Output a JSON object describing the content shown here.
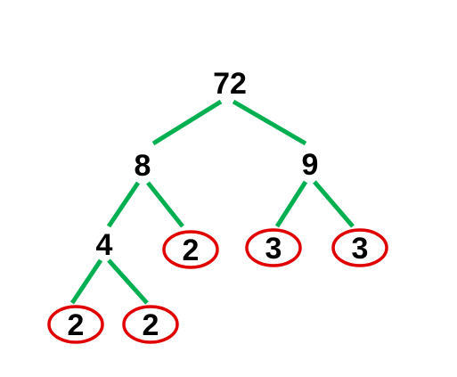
{
  "colors": {
    "background": "#ffffff",
    "branch": "#00b050",
    "prime_circle": "#e00000",
    "text": "#000000"
  },
  "tree": {
    "root": {
      "value": "72",
      "prime": false
    },
    "root_left": {
      "value": "8",
      "prime": false
    },
    "root_right": {
      "value": "9",
      "prime": false
    },
    "eight_left": {
      "value": "4",
      "prime": false
    },
    "eight_right": {
      "value": "2",
      "prime": true
    },
    "nine_left": {
      "value": "3",
      "prime": true
    },
    "nine_right": {
      "value": "3",
      "prime": true
    },
    "four_left": {
      "value": "2",
      "prime": true
    },
    "four_right": {
      "value": "2",
      "prime": true
    }
  }
}
